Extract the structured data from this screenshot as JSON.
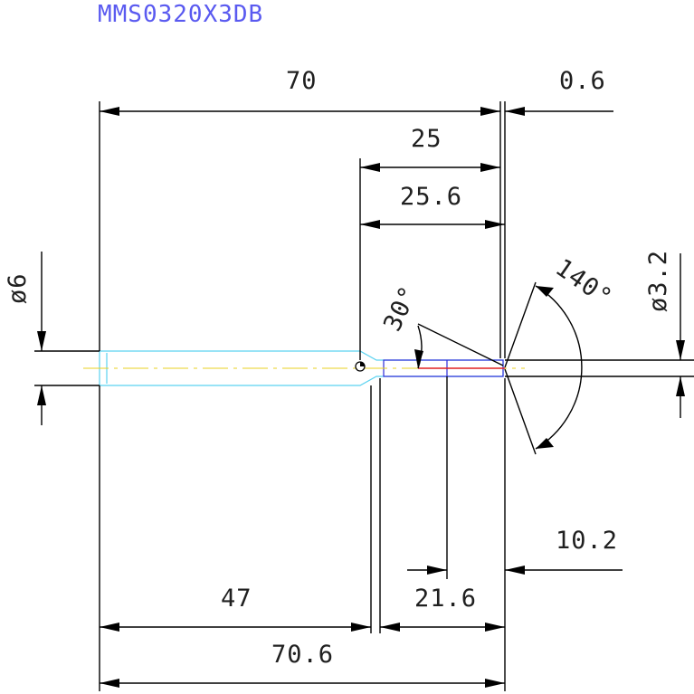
{
  "drawing": {
    "title": "MMS0320X3DB",
    "dimensions": {
      "total_length_70": "70",
      "tip_offset_0_6": "0.6",
      "flute_25": "25",
      "flute_25_6": "25.6",
      "shank_dia_6": "ø6",
      "tip_dia_3_2": "ø3.2",
      "neck_angle_30": "30°",
      "point_angle_140": "140°",
      "tip_10_2": "10.2",
      "shank_47": "47",
      "flute_21_6": "21.6",
      "overall_70_6": "70.6"
    },
    "colors": {
      "dimension_lines": "#000000",
      "title": "#5a5af0",
      "tool_outline": "#5ad2f0",
      "tip_outline": "#2c2cd8",
      "center_line": "#e8d020",
      "cutting_edge": "#e02020"
    }
  }
}
